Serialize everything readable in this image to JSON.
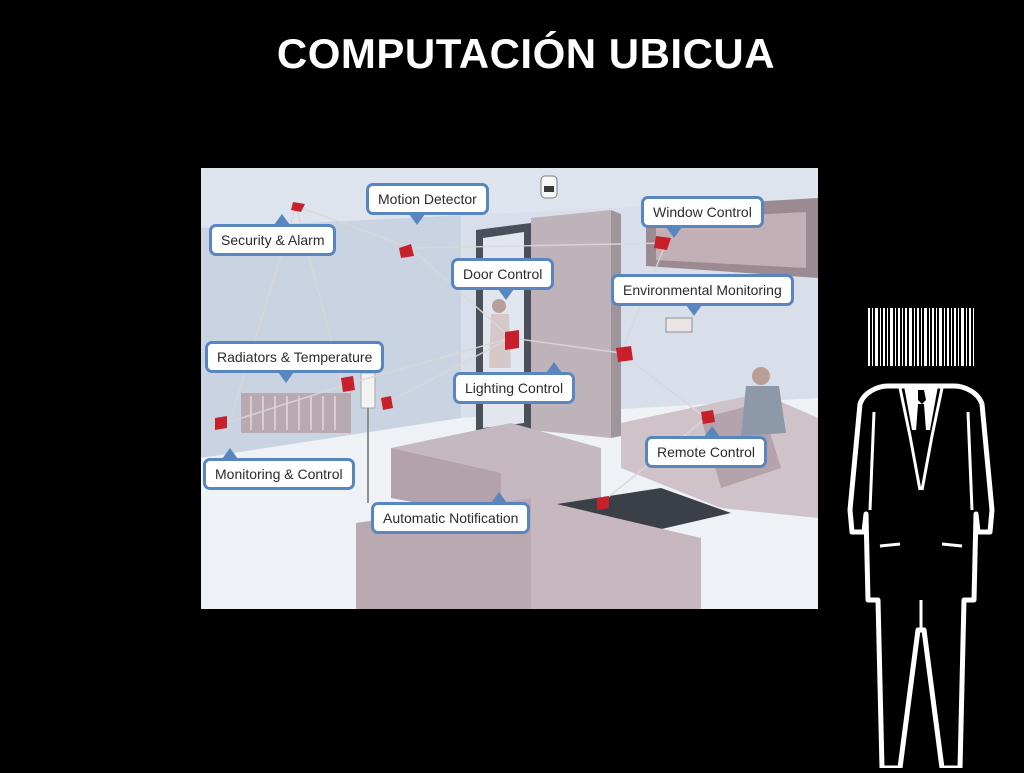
{
  "slide": {
    "title": "COMPUTACIÓN UBICUA"
  },
  "diagram": {
    "callouts": {
      "security_alarm": "Security & Alarm",
      "motion_detector": "Motion Detector",
      "window_control": "Window Control",
      "door_control": "Door Control",
      "environmental_monitoring": "Environmental Monitoring",
      "radiators_temperature": "Radiators & Temperature",
      "lighting_control": "Lighting Control",
      "remote_control": "Remote Control",
      "monitoring_control": "Monitoring & Control",
      "automatic_notification": "Automatic Notification"
    },
    "colors": {
      "callout_border": "#5a86bf",
      "sensor_red": "#c8202a",
      "room_wall": "#c9d3e2",
      "floor": "#eef1f5"
    }
  },
  "logo": {
    "icon": "barcode-head-suit-figure",
    "colors": {
      "outline": "#ffffff",
      "fill": "#000000"
    }
  }
}
